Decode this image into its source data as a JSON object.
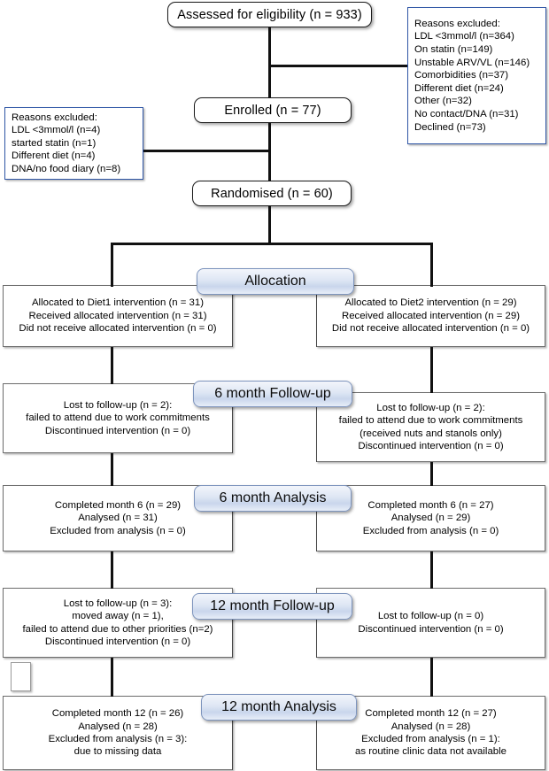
{
  "diagram": {
    "title": "CONSORT participant flow diagram",
    "accent_banner_color": "#c9d6ec",
    "banner_border_color": "#7d94bd",
    "blue_box_border_color": "#2f56a6"
  },
  "enrollment": {
    "assessed": "Assessed for eligibility (n = 933)",
    "enrolled": "Enrolled (n = 77)",
    "randomised": "Randomised (n = 60)"
  },
  "excluded_top": {
    "heading": "Reasons excluded:",
    "items": [
      "LDL <3mmol/l (n=364)",
      "On statin (n=149)",
      "Unstable ARV/VL (n=146)",
      "Comorbidities (n=37)",
      "Different diet (n=24)",
      "Other (n=32)",
      "No contact/DNA (n=31)",
      "Declined (n=73)"
    ]
  },
  "excluded_left": {
    "heading": "Reasons excluded:",
    "items": [
      "LDL <3mmol/l (n=4)",
      "started statin (n=1)",
      "Different diet (n=4)",
      "DNA/no food diary (n=8)"
    ]
  },
  "banners": {
    "allocation": "Allocation",
    "followup_6": "6 month Follow-up",
    "analysis_6": "6 month Analysis",
    "followup_12": "12 month Follow-up",
    "analysis_12": "12 month Analysis"
  },
  "allocation": {
    "left": [
      "Allocated to Diet1 intervention (n = 31)",
      "Received allocated intervention (n = 31)",
      "Did not receive allocated intervention (n = 0)"
    ],
    "right": [
      "Allocated to Diet2 intervention (n = 29)",
      "Received allocated intervention (n = 29)",
      "Did not receive allocated intervention (n = 0)"
    ]
  },
  "followup_6": {
    "left": [
      "Lost to follow-up (n = 2):",
      "failed to attend due to work commitments",
      "Discontinued intervention (n = 0)"
    ],
    "right": [
      "Lost to follow-up (n = 2):",
      "failed to attend due to work commitments",
      "(received nuts and stanols only)",
      "Discontinued intervention (n = 0)"
    ]
  },
  "analysis_6": {
    "left": [
      "Completed month 6 (n = 29)",
      "Analysed (n = 31)",
      "Excluded from analysis (n = 0)"
    ],
    "right": [
      "Completed month 6 (n = 27)",
      "Analysed (n = 29)",
      "Excluded from analysis (n = 0)"
    ]
  },
  "followup_12": {
    "left": [
      "Lost to follow-up (n = 3):",
      "moved away (n = 1),",
      "failed to attend due to other priorities (n=2)",
      "Discontinued intervention (n = 0)"
    ],
    "right": [
      "Lost to follow-up (n = 0)",
      "Discontinued intervention (n = 0)"
    ]
  },
  "analysis_12": {
    "left": [
      "Completed month 12 (n = 26)",
      "Analysed (n = 28)",
      "Excluded from analysis (n = 3):",
      "due to missing data"
    ],
    "right": [
      "Completed month 12 (n = 27)",
      "Analysed (n = 28)",
      "Excluded from analysis (n = 1):",
      "as routine clinic data not available"
    ]
  }
}
